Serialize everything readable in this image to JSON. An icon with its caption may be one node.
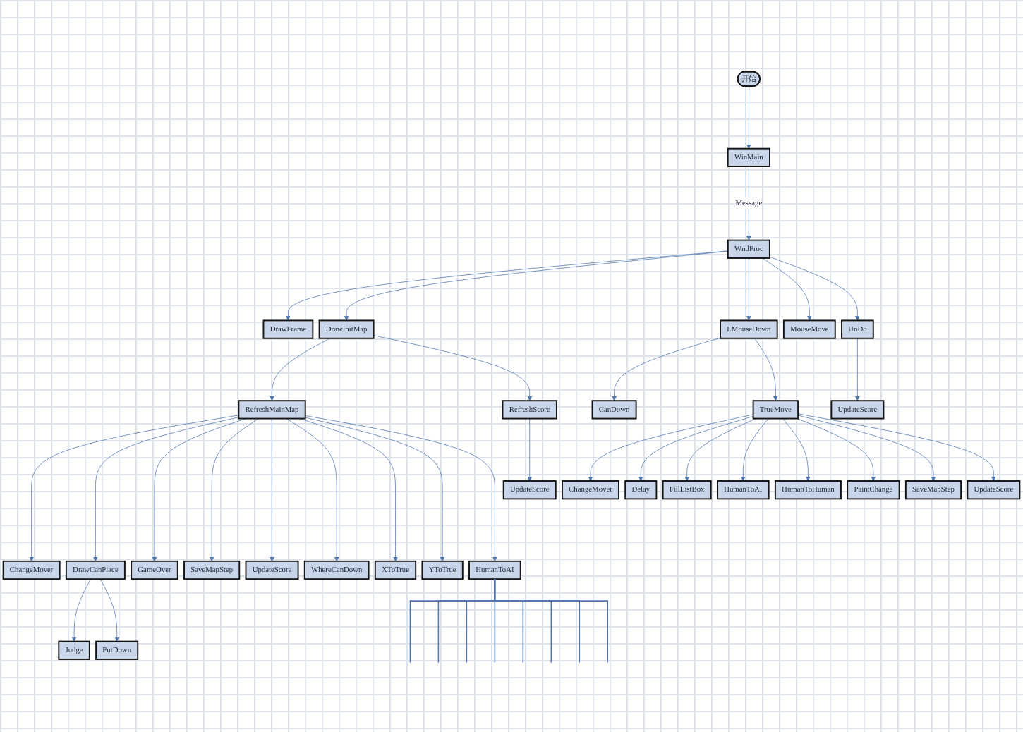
{
  "diagram": {
    "nodes": [
      {
        "text": [
          "开始"
        ]
      },
      {
        "text": [
          "WinMain"
        ]
      },
      {
        "text": [
          "WndProc"
        ]
      },
      {
        "text": [
          "DrawFrame"
        ]
      },
      {
        "text": [
          "DrawInitMap"
        ]
      },
      {
        "text": [
          "LMouseDown"
        ]
      },
      {
        "text": [
          "MouseMove"
        ]
      },
      {
        "text": [
          "UnDo"
        ]
      },
      {
        "text": [
          "RefreshMainMap"
        ]
      },
      {
        "text": [
          "RefreshScore"
        ]
      },
      {
        "text": [
          "CanDown"
        ]
      },
      {
        "text": [
          "TrueMove"
        ]
      },
      {
        "text": [
          "UpdateScore"
        ]
      },
      {
        "text": [
          "UpdateScore"
        ]
      },
      {
        "text": [
          "ChangeMover"
        ]
      },
      {
        "text": [
          "Delay"
        ]
      },
      {
        "text": [
          "FillListBox"
        ]
      },
      {
        "text": [
          "HumanToAI"
        ]
      },
      {
        "text": [
          "HumanToHuman"
        ]
      },
      {
        "text": [
          "PaintChange"
        ]
      },
      {
        "text": [
          "SaveMapStep"
        ]
      },
      {
        "text": [
          "UpdateScore"
        ]
      },
      {
        "text": [
          "ChangeMover"
        ]
      },
      {
        "text": [
          "DrawCanPlace"
        ]
      },
      {
        "text": [
          "GameOver"
        ]
      },
      {
        "text": [
          "SaveMapStep"
        ]
      },
      {
        "text": [
          "UpdateScore"
        ]
      },
      {
        "text": [
          "WhereCanDown"
        ]
      },
      {
        "text": [
          "XToTrue"
        ]
      },
      {
        "text": [
          "YToTrue"
        ]
      },
      {
        "text": [
          "HumanToAI"
        ]
      },
      {
        "text": [
          "Judge"
        ]
      },
      {
        "text": [
          "PutDown"
        ]
      }
    ],
    "edges": [
      {
        "from": 0,
        "to": 1,
        "arrow": "to"
      },
      {
        "from": 1,
        "to": 2,
        "arrow": "to",
        "label": "Message"
      },
      {
        "from": 2,
        "to": 3,
        "arrow": "to"
      },
      {
        "from": 2,
        "to": 4,
        "arrow": "to"
      },
      {
        "from": 2,
        "to": 5,
        "arrow": "to"
      },
      {
        "from": 2,
        "to": 6,
        "arrow": "to"
      },
      {
        "from": 2,
        "to": 7,
        "arrow": "to"
      },
      {
        "from": 4,
        "to": 8,
        "arrow": "to"
      },
      {
        "from": 4,
        "to": 9,
        "arrow": "to"
      },
      {
        "from": 9,
        "to": 13,
        "arrow": "to"
      },
      {
        "from": 5,
        "to": 10,
        "arrow": "to"
      },
      {
        "from": 5,
        "to": 11,
        "arrow": "to"
      },
      {
        "from": 7,
        "to": 12,
        "arrow": "to"
      },
      {
        "from": 11,
        "to": 14,
        "arrow": "to"
      },
      {
        "from": 11,
        "to": 15,
        "arrow": "to"
      },
      {
        "from": 11,
        "to": 16,
        "arrow": "to"
      },
      {
        "from": 11,
        "to": 17,
        "arrow": "to"
      },
      {
        "from": 11,
        "to": 18,
        "arrow": "to"
      },
      {
        "from": 11,
        "to": 19,
        "arrow": "to"
      },
      {
        "from": 11,
        "to": 20,
        "arrow": "to"
      },
      {
        "from": 11,
        "to": 21,
        "arrow": "to"
      },
      {
        "from": 8,
        "to": 22,
        "arrow": "to"
      },
      {
        "from": 8,
        "to": 23,
        "arrow": "to"
      },
      {
        "from": 8,
        "to": 24,
        "arrow": "to"
      },
      {
        "from": 8,
        "to": 25,
        "arrow": "to"
      },
      {
        "from": 8,
        "to": 26,
        "arrow": "to"
      },
      {
        "from": 8,
        "to": 27,
        "arrow": "to"
      },
      {
        "from": 8,
        "to": 28,
        "arrow": "to"
      },
      {
        "from": 8,
        "to": 29,
        "arrow": "to"
      },
      {
        "from": 8,
        "to": 30,
        "arrow": "to"
      },
      {
        "from": 23,
        "to": 31,
        "arrow": "to"
      },
      {
        "from": 23,
        "to": 32,
        "arrow": "to"
      },
      {
        "from": 30,
        "to": null,
        "arrow": "none"
      },
      {
        "from": 30,
        "to": null,
        "arrow": "none"
      },
      {
        "from": 30,
        "to": null,
        "arrow": "none"
      },
      {
        "from": 30,
        "to": null,
        "arrow": "none"
      },
      {
        "from": 30,
        "to": null,
        "arrow": "none"
      },
      {
        "from": 30,
        "to": null,
        "arrow": "none"
      },
      {
        "from": 30,
        "to": null,
        "arrow": "none"
      },
      {
        "from": 30,
        "to": null,
        "arrow": "none"
      }
    ]
  }
}
